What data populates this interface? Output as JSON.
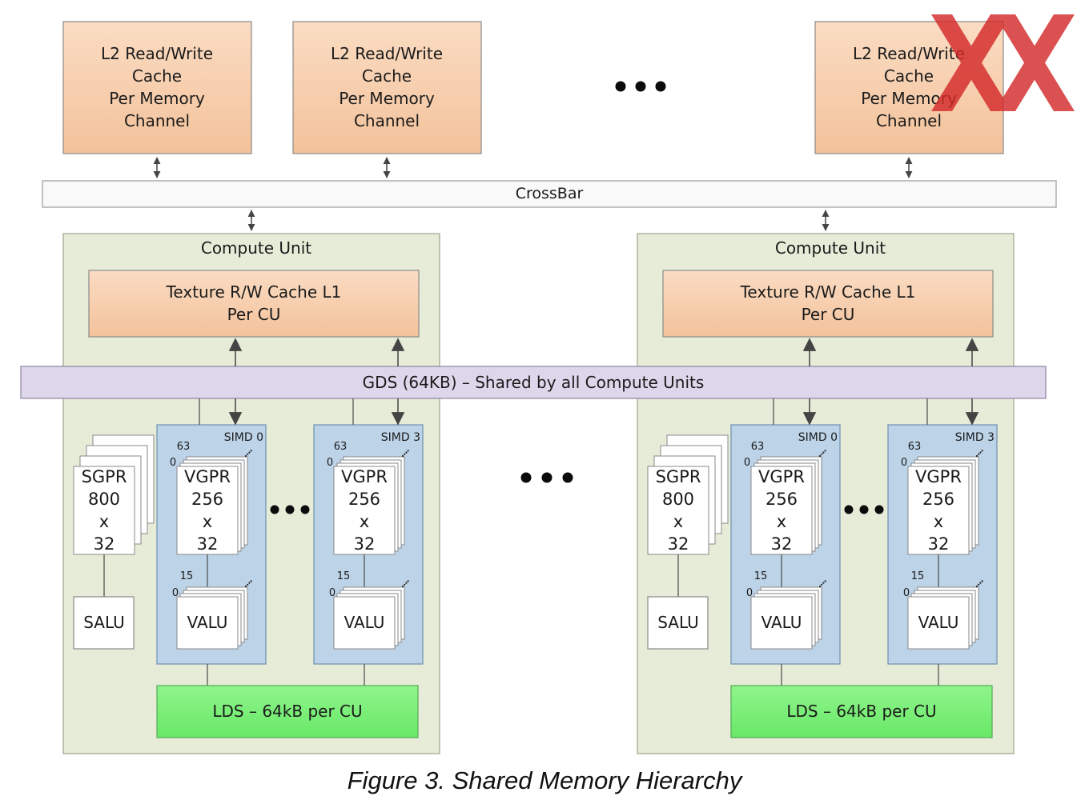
{
  "l2_label": [
    "L2 Read/Write",
    "Cache",
    "Per Memory",
    "Channel"
  ],
  "crossbar": "CrossBar",
  "gds": "GDS (64KB) – Shared by all Compute Units",
  "compute_unit": {
    "title": "Compute Unit",
    "texture_cache": [
      "Texture R/W Cache L1",
      "Per CU"
    ],
    "sgpr": [
      "SGPR",
      "800",
      "x",
      "32"
    ],
    "salu": "SALU",
    "simd_first": "SIMD 0",
    "simd_last": "SIMD 3",
    "vgpr": [
      "VGPR",
      "256",
      "x",
      "32"
    ],
    "vgpr_index_top": "63",
    "vgpr_index_bottom": "0",
    "valu": "VALU",
    "valu_index_top": "15",
    "valu_index_bottom": "0",
    "lds": "LDS – 64kB per CU"
  },
  "caption": "Figure 3. Shared Memory Hierarchy",
  "colors": {
    "l2": "#f7cfae",
    "crossbar": "#f8f9f8",
    "compute_unit": "#e6ecd8",
    "texture": "#f7cfae",
    "gds": "#ded7ec",
    "simd": "#bdd3e8",
    "lds": "#7df07b",
    "watermark": "#d42a2a"
  }
}
